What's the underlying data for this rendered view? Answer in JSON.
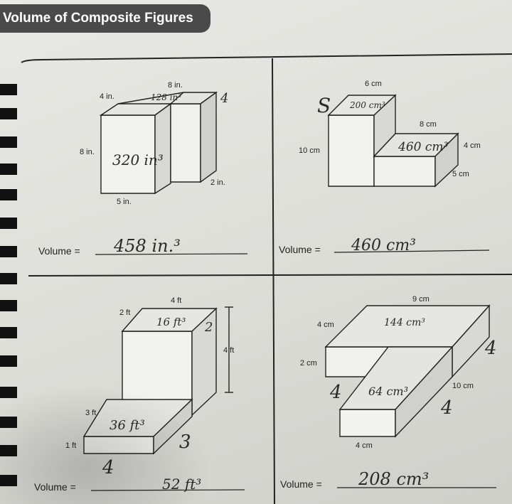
{
  "title": "Volume of Composite Figures",
  "volume_label": "Volume =",
  "problems": [
    {
      "labels": [
        "8 in.",
        "4 in.",
        "8 in.",
        "5 in.",
        "2 in."
      ],
      "handwritten": [
        "320 in³",
        "128 in³",
        "4",
        "458 in.³"
      ]
    },
    {
      "labels": [
        "6 cm",
        "8 cm",
        "10 cm",
        "4 cm",
        "5 cm"
      ],
      "handwritten": [
        "S",
        "200 cm³",
        "460 cm³",
        "460 cm³"
      ]
    },
    {
      "labels": [
        "4 ft",
        "2 ft",
        "4 ft",
        "3 ft",
        "1 ft"
      ],
      "handwritten": [
        "16 ft³",
        "2",
        "36 ft³",
        "3",
        "4",
        "52 ft³"
      ]
    },
    {
      "labels": [
        "9 cm",
        "4 cm",
        "2 cm",
        "10 cm",
        "4 cm"
      ],
      "handwritten": [
        "144 cm³",
        "64 cm³",
        "4",
        "4",
        "4",
        "208 cm³"
      ]
    }
  ]
}
